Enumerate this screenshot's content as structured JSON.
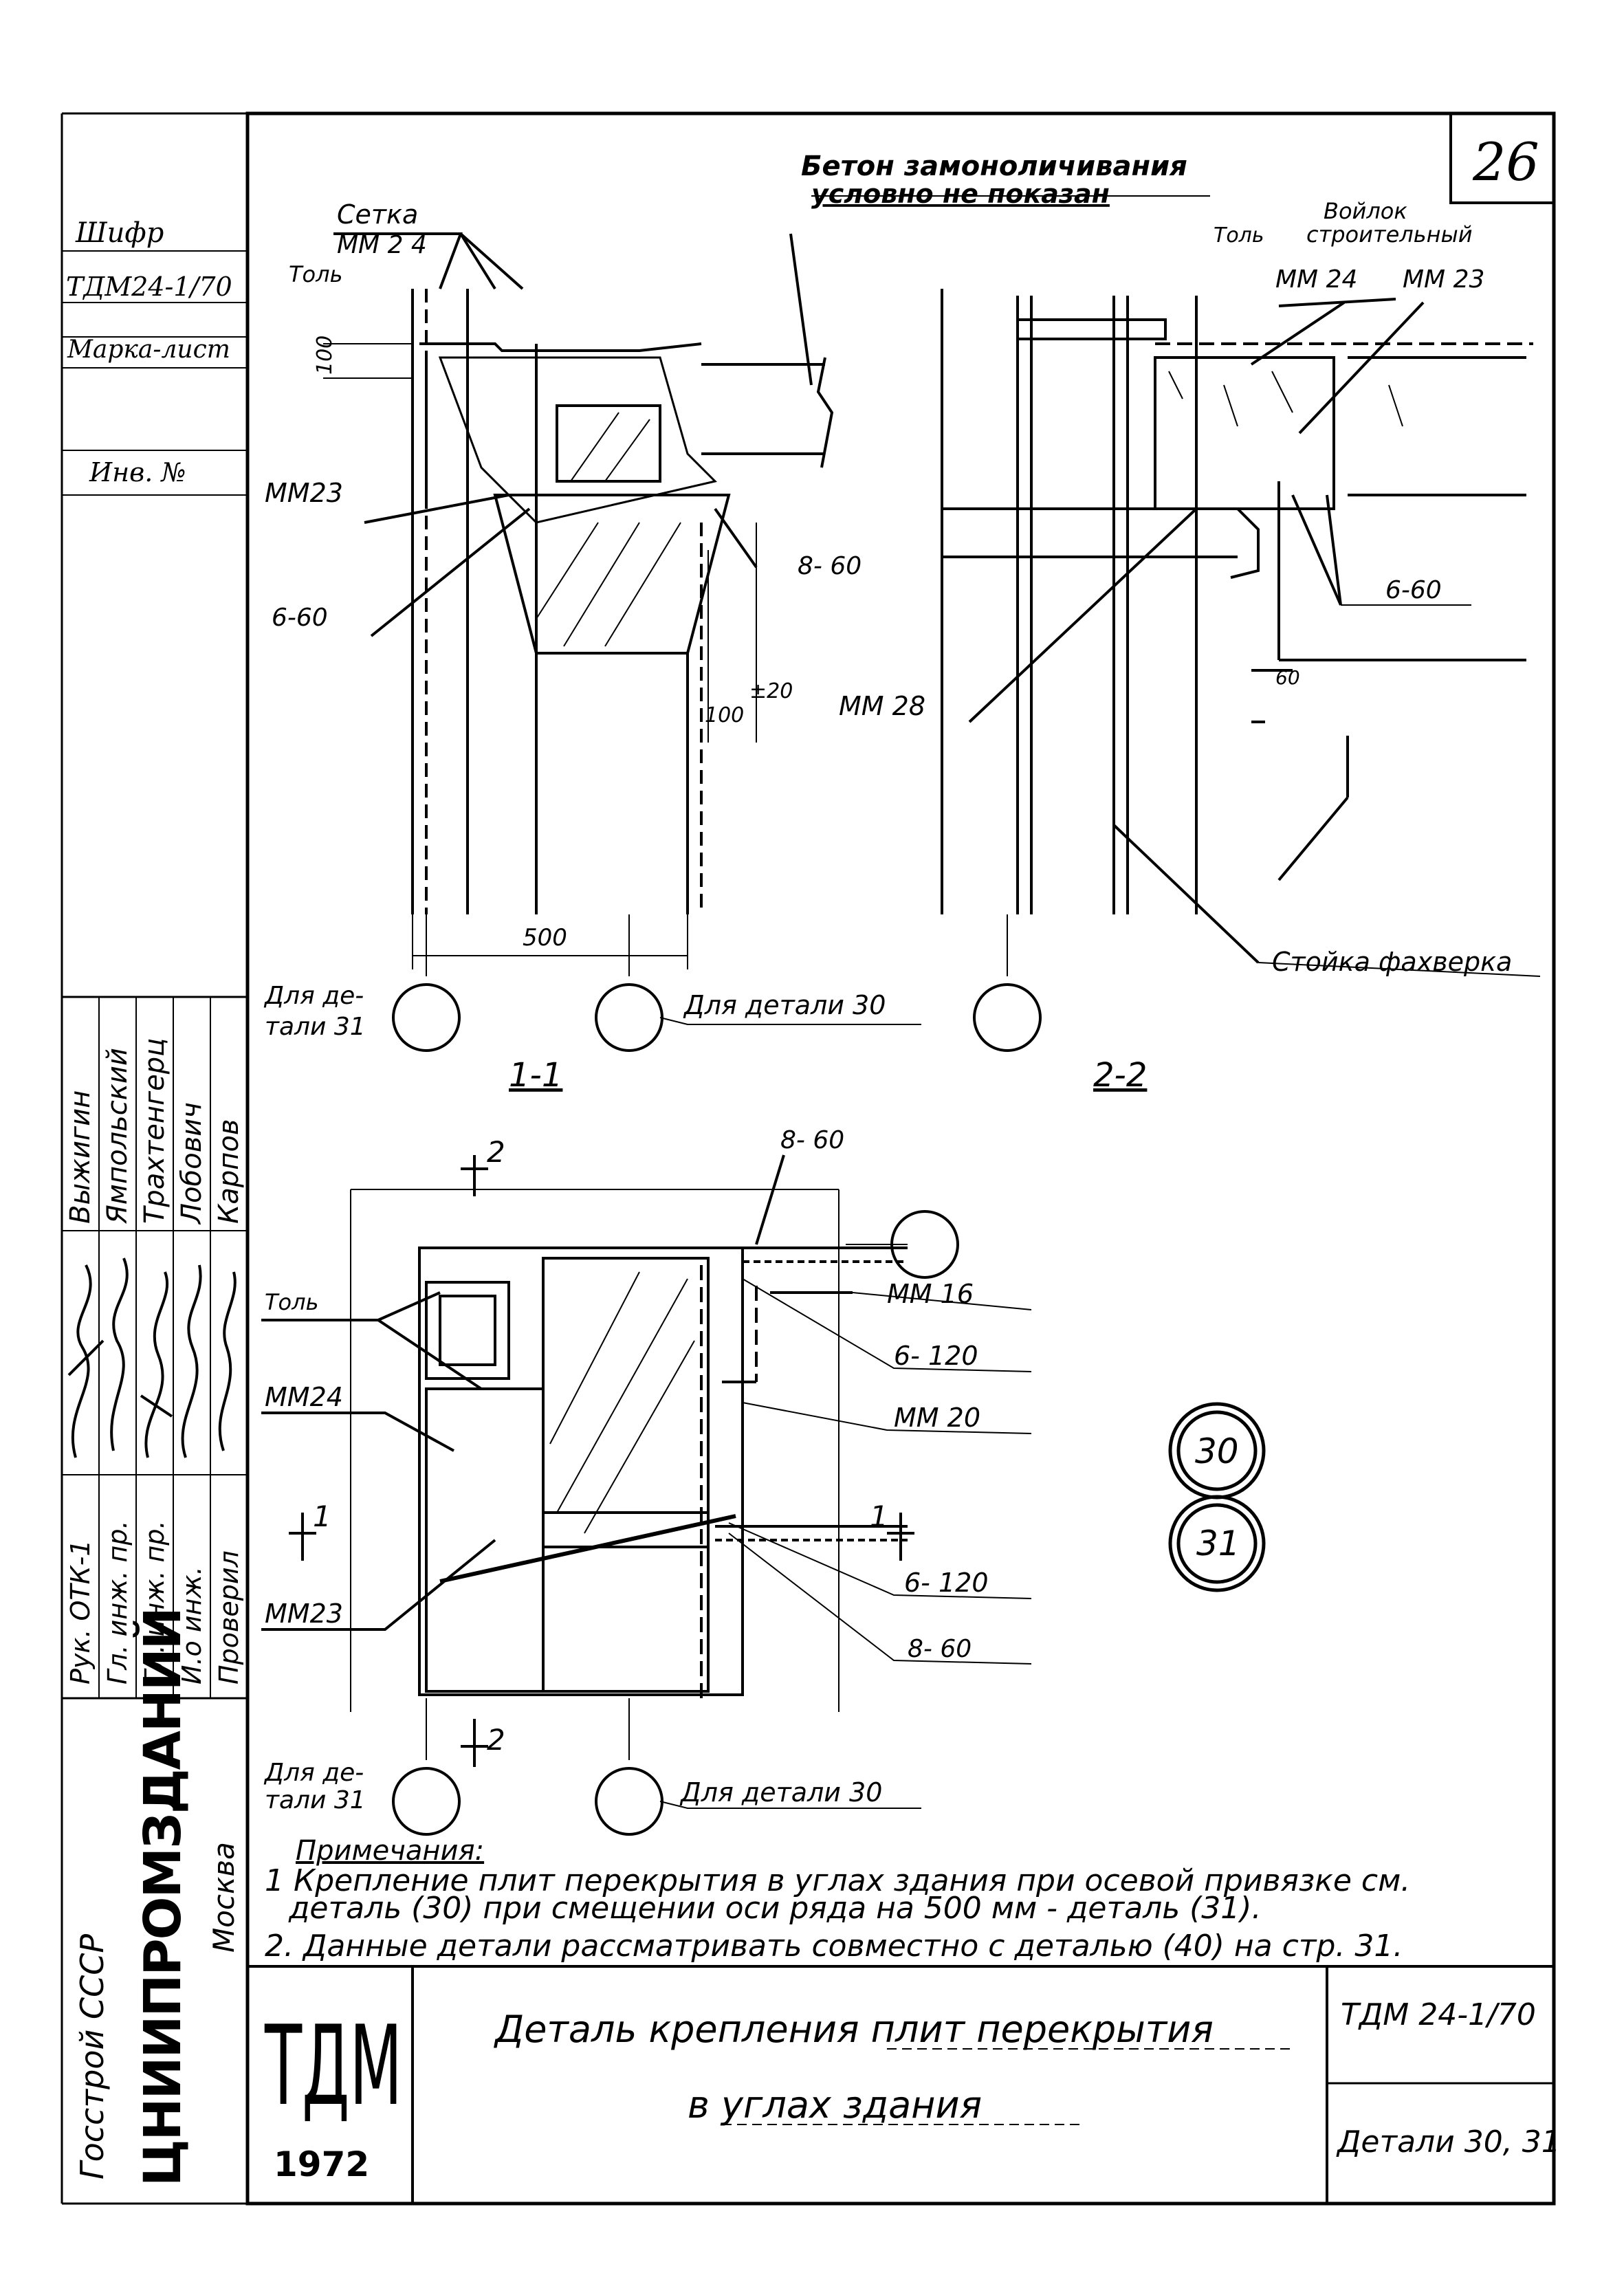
{
  "sheet": {
    "page_number": "26",
    "code": "ТДМ 24-1/70",
    "sheet_name": "Детали 30, 31",
    "logo_letters": "ТДМ",
    "year": "1972",
    "title_line1": "Деталь крепления плит перекрытия",
    "title_line2": "в углах здания"
  },
  "left_strip": {
    "shifr": "Шифр",
    "shifr_value": "ТДМ24-1/70",
    "marka_list": "Марка-лист",
    "inv_no": "Инв. №",
    "roles": [
      "Рук. ОТК-1",
      "Гл. инж. пр.",
      "Гл. инж. пр.",
      "И.о инж.",
      "Проверил"
    ],
    "names": [
      "Выжигин",
      "Ямпольский",
      "Трахтенгерц",
      "Лобович",
      "Карпов"
    ],
    "org_top": "Госстрой СССР",
    "org_main": "ЦНИИПРОМЗДАНИЙ",
    "org_city": "Москва"
  },
  "section_1_1": {
    "caption": "1-1",
    "labels": {
      "mesh_title": "Сетка",
      "mesh_mark": "ММ 2 4",
      "tol": "Толь",
      "dim_100": "100",
      "mm23": "ММ23",
      "w660": "6-60",
      "w860": "8- 60",
      "dim_20": "±20",
      "dim_100b": "100",
      "dim_500": "500"
    },
    "callouts": [
      "Для де- тали 31",
      "Для детали 30"
    ]
  },
  "section_2_2": {
    "caption": "2-2",
    "labels": {
      "concrete_note_1": "Бетон замоноличивания",
      "concrete_note_2": "условно не показан",
      "tol": "Толь",
      "felt_1": "Войлок",
      "felt_2": "строительный",
      "mm24": "ММ 24",
      "mm23": "ММ 23",
      "w660": "6-60",
      "dim_60": "60",
      "mm28": "ММ 28",
      "post": "Стойка фахверка"
    }
  },
  "plan": {
    "section_marks": {
      "top_2": "2",
      "bottom_2": "2",
      "left_1": "1",
      "right_1": "1"
    },
    "labels": {
      "w860_top": "8- 60",
      "mm16": "ММ 16",
      "w6120_a": "6- 120",
      "mm20": "ММ 20",
      "tol": "Толь",
      "mm24": "ММ24",
      "mm23": "ММ23",
      "w6120_b": "6- 120",
      "w860_bottom": "8- 60"
    },
    "callouts": [
      "Для де- тали 31",
      "Для детали 30"
    ]
  },
  "detail_markers": [
    "30",
    "31"
  ],
  "notes": {
    "heading": "Примечания:",
    "line1": "1 Крепление плит перекрытия в углах здания при осевой привязке см.",
    "line2": "деталь (30) при смещении оси ряда на 500 мм - деталь (31).",
    "line3": "2. Данные детали рассматривать совместно с деталью (40) на стр. 31."
  }
}
